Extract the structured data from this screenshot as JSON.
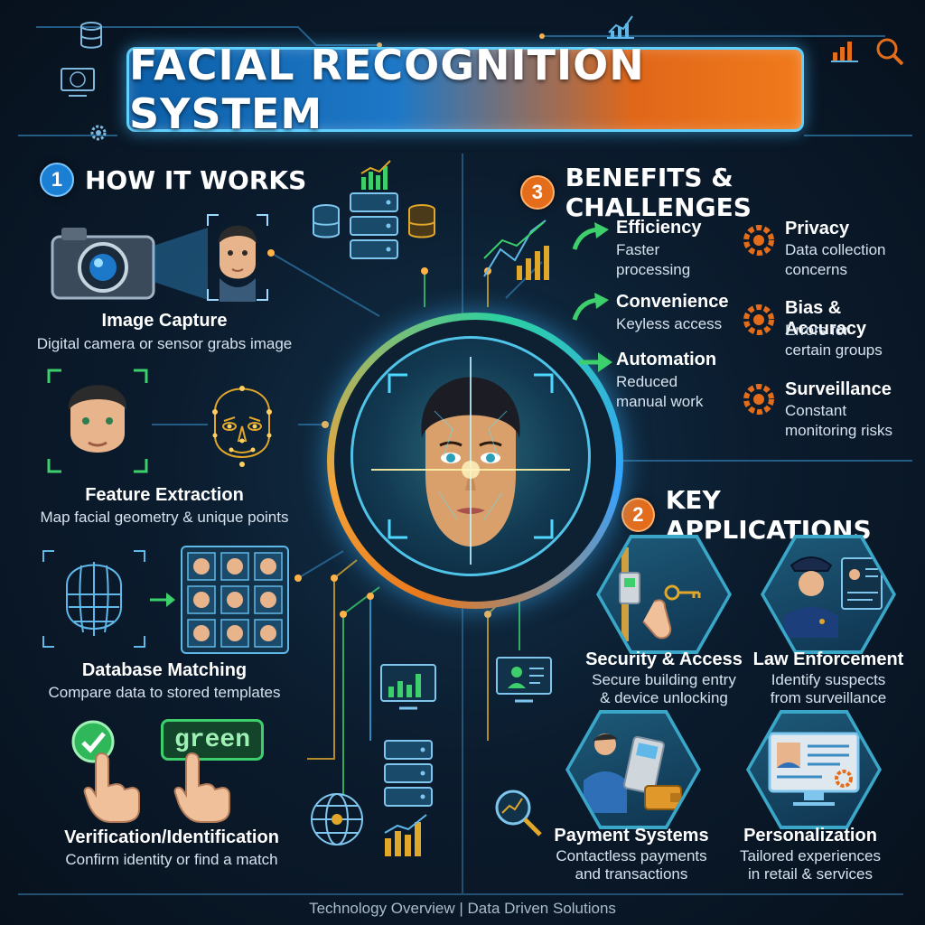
{
  "title": "FACIAL RECOGNITION SYSTEM",
  "sections": {
    "how": {
      "number": "1",
      "title": "HOW IT WORKS"
    },
    "benefits": {
      "number": "3",
      "title": "BENEFITS & CHALLENGES"
    },
    "apps": {
      "number": "2",
      "title": "KEY APPLICATIONS"
    }
  },
  "steps": [
    {
      "title": "Image Capture",
      "desc": "Digital camera or sensor grabs image"
    },
    {
      "title": "Feature Extraction",
      "desc": "Map facial geometry & unique points"
    },
    {
      "title": "Database Matching",
      "desc": "Compare data to stored templates"
    },
    {
      "title": "Verification/Identification",
      "desc": "Confirm identity or find a match"
    }
  ],
  "verify_badge": "green",
  "benefits": [
    {
      "title": "Efficiency",
      "desc1": "Faster",
      "desc2": "processing"
    },
    {
      "title": "Convenience",
      "desc1": "Keyless access",
      "desc2": ""
    },
    {
      "title": "Automation",
      "desc1": "Reduced",
      "desc2": "manual work"
    }
  ],
  "challenges": [
    {
      "title": "Privacy",
      "desc1": "Data collection",
      "desc2": "concerns"
    },
    {
      "title": "Bias & Accuracy",
      "desc1": "Errors for",
      "desc2": "certain groups"
    },
    {
      "title": "Surveillance",
      "desc1": "Constant",
      "desc2": "monitoring risks"
    }
  ],
  "applications": [
    {
      "title": "Security & Access",
      "desc1": "Secure building entry",
      "desc2": "& device unlocking"
    },
    {
      "title": "Law Enforcement",
      "desc1": "Identify suspects",
      "desc2": "from surveillance"
    },
    {
      "title": "Payment Systems",
      "desc1": "Contactless payments",
      "desc2": "and transactions"
    },
    {
      "title": "Personalization",
      "desc1": "Tailored experiences",
      "desc2": "in retail & services"
    }
  ],
  "footer": "Technology Overview | Data Driven Solutions",
  "colors": {
    "accent_blue": "#1b7fd3",
    "accent_orange": "#e46d1c",
    "accent_green": "#3ccf6b"
  },
  "icons": [
    "camera-icon",
    "face-icon",
    "database-icon",
    "server-icon",
    "chart-icon",
    "arrow-icon",
    "gear-icon",
    "checkmark-icon",
    "hand-pointer-icon",
    "globe-icon",
    "monitor-icon",
    "key-icon",
    "police-officer-icon",
    "payment-terminal-icon",
    "wallet-icon",
    "magnifier-icon"
  ]
}
